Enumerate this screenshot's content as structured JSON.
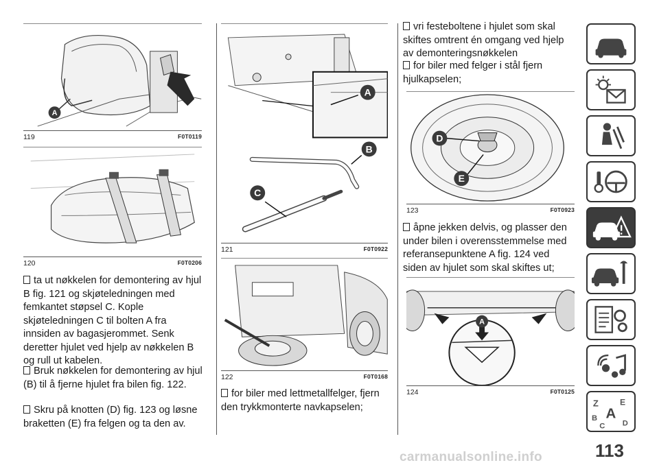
{
  "figures": [
    {
      "number": "119",
      "code": "F0T0119",
      "callouts": [
        "A"
      ]
    },
    {
      "number": "120",
      "code": "F0T0206",
      "callouts": []
    },
    {
      "number": "121",
      "code": "F0T0922",
      "callouts": [
        "A",
        "B",
        "C"
      ]
    },
    {
      "number": "122",
      "code": "F0T0168",
      "callouts": []
    },
    {
      "number": "123",
      "code": "F0T0923",
      "callouts": [
        "D",
        "E"
      ]
    },
    {
      "number": "124",
      "code": "F0T0125",
      "callouts": [
        "A"
      ]
    }
  ],
  "paragraphs": {
    "p1": "ta ut nøkkelen for demontering av hjul B fig. 121 og skjøteledningen med femkantet støpsel C. Kople skjøteledningen C til bolten A fra innsiden av bagasjerommet. Senk deretter hjulet ved hjelp av nøkkelen B og rull ut kabelen.",
    "p2": "Bruk nøkkelen for demontering av hjul (B) til å fjerne hjulet fra bilen fig. 122.",
    "p3": "Skru på knotten (D) fig. 123 og løsne braketten (E) fra felgen og ta den av.",
    "p4": "for biler med lettmetallfelger, fjern den trykkmonterte navkapselen;",
    "p5": "vri festeboltene i hjulet som skal skiftes omtrent én omgang ved hjelp av demonteringsnøkkelen",
    "p6": "for biler med felger i stål fjern hjulkapselen;",
    "p7": "åpne jekken delvis, og plasser den under bilen i overensstemmelse med referansepunktene A fig. 124 ved siden av hjulet som skal skiftes ut;"
  },
  "side_tabs": [
    {
      "icon": "car-dashboard-icon",
      "active": false
    },
    {
      "icon": "warning-lights-icon",
      "active": false
    },
    {
      "icon": "airbag-safety-icon",
      "active": false
    },
    {
      "icon": "steering-wheel-key-icon",
      "active": false
    },
    {
      "icon": "emergency-car-icon",
      "active": true
    },
    {
      "icon": "car-maintenance-icon",
      "active": false
    },
    {
      "icon": "technical-data-icon",
      "active": false
    },
    {
      "icon": "multimedia-icon",
      "active": false
    },
    {
      "icon": "index-az-icon",
      "active": false
    }
  ],
  "page_number": "113",
  "watermark": "carmanualsonline.info",
  "colors": {
    "text": "#1a1a1a",
    "rule": "#555555",
    "callout": "#3a3a3a",
    "active_tab": "#3c3c3c"
  }
}
